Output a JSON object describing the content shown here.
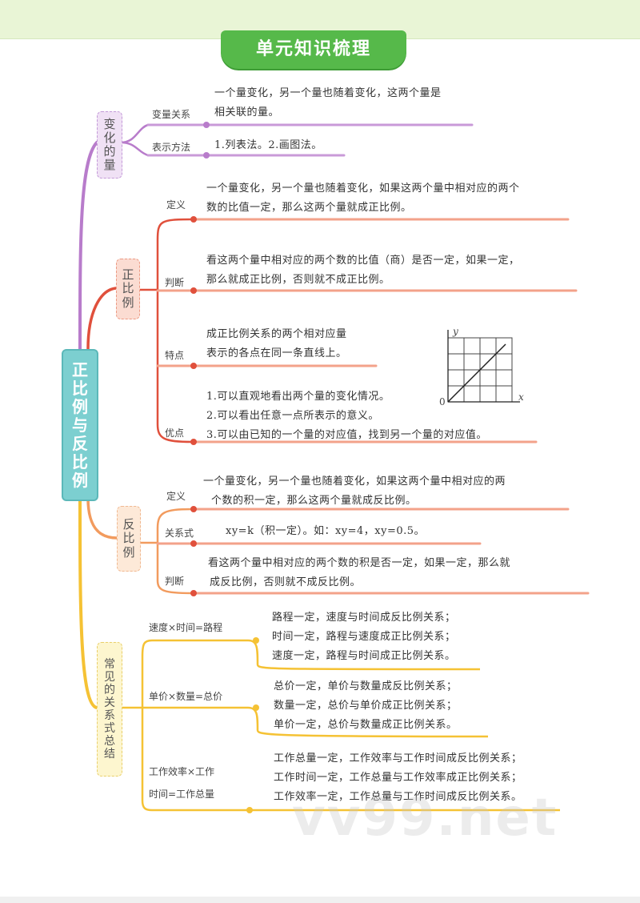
{
  "title": "单元知识梳理",
  "main_topic": "正比例与反比例",
  "branches": {
    "variable": {
      "label": "变化的量",
      "items": [
        {
          "tag": "变量关系",
          "lines": [
            "一个量变化，另一个量也随着变化，这两个量是",
            "相关联的量。"
          ]
        },
        {
          "tag": "表示方法",
          "lines": [
            "1.列表法。2.画图法。"
          ]
        }
      ]
    },
    "direct": {
      "label": "正比例",
      "items": [
        {
          "tag": "定义",
          "lines": [
            "一个量变化，另一个量也随着变化，如果这两个量中相对应的两个",
            "数的比值一定，那么这两个量就成正比例。"
          ]
        },
        {
          "tag": "判断",
          "lines": [
            "看这两个量中相对应的两个数的比值（商）是否一定，如果一定，",
            "那么就成正比例，否则就不成正比例。"
          ]
        },
        {
          "tag": "特点",
          "lines": [
            "成正比例关系的两个相对应量",
            "表示的各点在同一条直线上。"
          ]
        },
        {
          "tag": "优点",
          "lines": [
            "1.可以直观地看出两个量的变化情况。",
            "2.可以看出任意一点所表示的意义。",
            "3.可以由已知的一个量的对应值，找到另一个量的对应值。"
          ]
        }
      ],
      "graph": {
        "y_label": "y",
        "x_label": "x",
        "origin_label": "0"
      }
    },
    "inverse": {
      "label": "反比例",
      "items": [
        {
          "tag": "定义",
          "lines": [
            "一个量变化，另一个量也随着变化，如果这两个量中相对应的两",
            "个数的积一定，那么这两个量就成反比例。"
          ]
        },
        {
          "tag": "关系式",
          "lines": [
            "xy=k（积一定）。如：xy=4，xy=0.5。"
          ]
        },
        {
          "tag": "判断",
          "lines": [
            "看这两个量中相对应的两个数的积是否一定，如果一定，那么就",
            "成反比例，否则就不成反比例。"
          ]
        }
      ]
    },
    "common": {
      "label": "常见的关系式总结",
      "items": [
        {
          "tag": "速度×时间=路程",
          "lines": [
            "路程一定，速度与时间成反比例关系；",
            "时间一定，路程与速度成正比例关系；",
            "速度一定，路程与时间成正比例关系。"
          ]
        },
        {
          "tag": "单价×数量=总价",
          "lines": [
            "总价一定，单价与数量成反比例关系；",
            "数量一定，总价与单价成正比例关系；",
            "单价一定，总价与数量成正比例关系。"
          ]
        },
        {
          "tag_lines": [
            "工作效率×工作",
            "时间=工作总量"
          ],
          "lines": [
            "工作总量一定，工作效率与工作时间成反比例关系；",
            "工作时间一定，工作总量与工作效率成正比例关系；",
            "工作效率一定，工作总量与工作时间成反比例关系。"
          ]
        }
      ]
    }
  },
  "watermark": "vv99.net",
  "colors": {
    "purple": "#b87ccb",
    "red": "#e0503c",
    "salmon": "#f3a28a",
    "orange": "#f29b5e",
    "yellow": "#f5c234",
    "teal": "#7ccfd0",
    "green": "#56b94a"
  }
}
